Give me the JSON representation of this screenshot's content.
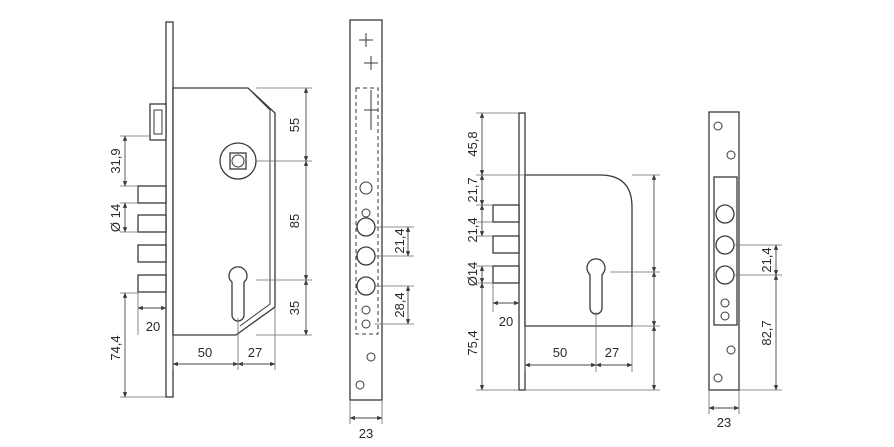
{
  "labels": {
    "l1": {
      "h55": "55",
      "h85": "85",
      "h35": "35",
      "h319": "31,9",
      "d14": "Ø 14",
      "h744": "74,4",
      "w20": "20",
      "w50": "50",
      "w27": "27"
    },
    "s1": {
      "h214": "21,4",
      "h284": "28,4",
      "w23": "23"
    },
    "l2": {
      "h458": "45,8",
      "h217": "21,7",
      "h214": "21,4",
      "d14": "Ø14",
      "h754": "75,4",
      "w20": "20",
      "w50": "50",
      "w27": "27"
    },
    "s2": {
      "h214": "21,4",
      "h827": "82,7",
      "w23": "23"
    }
  }
}
